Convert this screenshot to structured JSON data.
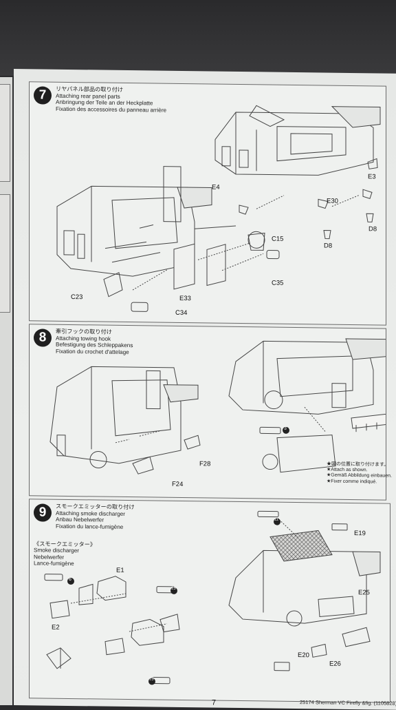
{
  "steps": [
    {
      "number": "7",
      "title_ja": "リヤパネル部品の取り付け",
      "title_en": "Attaching rear panel parts",
      "title_de": "Anbringung der Teile an der Heckplatte",
      "title_fr": "Fixation des accessoires du panneau arrière",
      "parts": [
        "E3",
        "E4",
        "E30",
        "D8",
        "D8",
        "C15",
        "C35",
        "C23",
        "E33",
        "C34"
      ]
    },
    {
      "number": "8",
      "title_ja": "牽引フックの取り付け",
      "title_en": "Attaching towing hook",
      "title_de": "Befestigung des Schleppakens",
      "title_fr": "Fixation du crochet d'attelage",
      "parts": [
        "F28",
        "F24"
      ],
      "callout": "3",
      "note": [
        "★図の位置に取り付けます。",
        "★Attach as shown.",
        "★Gemäß Abbildung einbauen.",
        "★Fixer comme indiqué."
      ]
    },
    {
      "number": "9",
      "title_ja": "スモークエミッターの取り付け",
      "title_en": "Attaching smoke discharger",
      "title_de": "Anbau Nebelwerfer",
      "title_fr": "Fixation du lance-fumigène",
      "sub": [
        "《スモークエミッター》",
        "Smoke discharger",
        "Nebelwerfer",
        "Lance-fumigène"
      ],
      "parts": [
        "E1",
        "E2",
        "E19",
        "E25",
        "E20",
        "E26"
      ],
      "callouts": [
        "6",
        "15",
        "15",
        "11"
      ]
    }
  ],
  "footer": {
    "kit": "25174 Sherman VC Firefly &fig. (1105828)",
    "page": "7"
  }
}
